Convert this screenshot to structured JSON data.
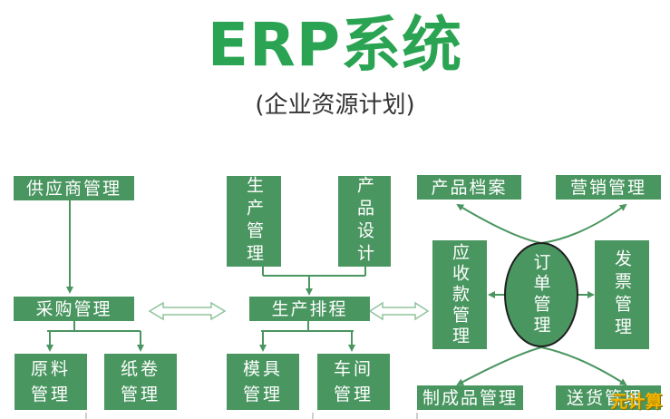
{
  "title": "ERP系统",
  "subtitle": "(企业资源计划)",
  "nodes": {
    "supplier": "供应商管理",
    "purchase": "采购管理",
    "raw_material": "原料管理",
    "paper_roll": "纸卷管理",
    "production": "生产管理",
    "product_design": "产品设计",
    "scheduling": "生产排程",
    "mold": "模具管理",
    "workshop": "车间管理",
    "product_archive": "产品档案",
    "marketing": "营销管理",
    "receivable": "应收款管理",
    "order": "订单管理",
    "invoice": "发票管理",
    "finished_goods": "制成品管理",
    "delivery": "送货管理"
  },
  "watermark": "元计算",
  "colors": {
    "title": "#2aa452",
    "box": "#4a9660",
    "line": "#4a9660",
    "arrow_outline": "#8fc39c"
  }
}
